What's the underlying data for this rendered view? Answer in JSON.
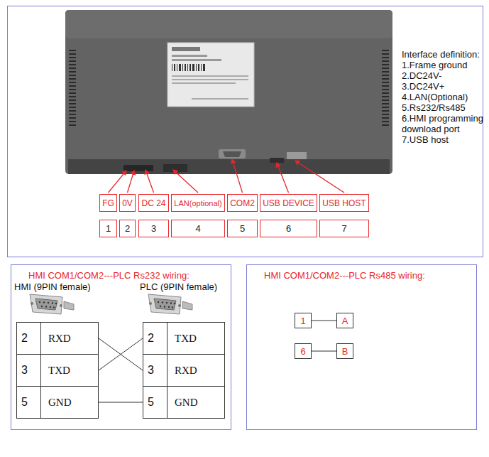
{
  "diagram": {
    "nodes": [
      {
        "text": [
          "FG"
        ]
      },
      {
        "text": [
          "0V"
        ]
      },
      {
        "text": [
          "DC 24"
        ]
      },
      {
        "text": [
          "LAN(optional)"
        ]
      },
      {
        "text": [
          "COM2"
        ]
      },
      {
        "text": [
          "USB DEVICE"
        ]
      },
      {
        "text": [
          "USB HOST"
        ]
      },
      {
        "text": [
          "1"
        ]
      },
      {
        "text": [
          "2"
        ]
      },
      {
        "text": [
          "3"
        ]
      },
      {
        "text": [
          "4"
        ]
      },
      {
        "text": [
          "5"
        ]
      },
      {
        "text": [
          "6"
        ]
      },
      {
        "text": [
          "7"
        ]
      },
      {
        "text": [
          "HMI COM1/COM2---PLC Rs232 wiring:"
        ]
      },
      {
        "text": [
          "2",
          "RXD"
        ],
        "in": 14
      },
      {
        "text": [
          "2",
          "TXD"
        ],
        "in": 14
      },
      {
        "text": [
          "3",
          "TXD"
        ],
        "in": 14
      },
      {
        "text": [
          "3",
          "RXD"
        ],
        "in": 14
      },
      {
        "text": [
          "5",
          "GND"
        ],
        "in": 14
      },
      {
        "text": [
          "5",
          "GND"
        ],
        "in": 14
      },
      {
        "text": [
          "HMI COM1/COM2---PLC Rs485 wiring:"
        ]
      },
      {
        "text": [
          "1"
        ],
        "in": 21
      },
      {
        "text": [
          "A"
        ],
        "in": 21
      },
      {
        "text": [
          "6"
        ],
        "in": 21
      },
      {
        "text": [
          "B"
        ],
        "in": 21
      }
    ],
    "edges": [
      {
        "from": 15,
        "to": 18,
        "arrow": "none"
      },
      {
        "from": 17,
        "to": 16,
        "arrow": "none"
      },
      {
        "from": 19,
        "to": 20,
        "arrow": "none"
      },
      {
        "from": 22,
        "to": 23,
        "arrow": "none"
      },
      {
        "from": 24,
        "to": 25,
        "arrow": "none"
      }
    ],
    "labels": [
      "Interface definition:",
      "1.Frame ground",
      "2.DC24V-",
      "3.DC24V+",
      "4.LAN(Optional)",
      "5.Rs232/Rs485",
      "6.HMI programming download port",
      "7.USB host",
      "HMI (9PIN female)",
      "PLC (9PIN female)"
    ]
  }
}
